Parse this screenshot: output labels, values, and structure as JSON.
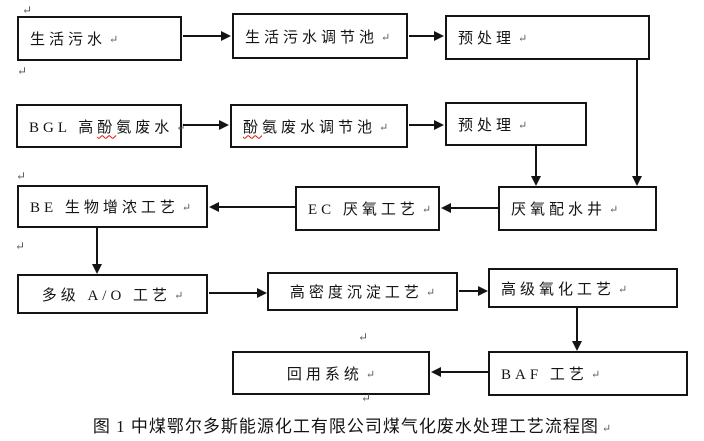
{
  "diagram": {
    "type": "flowchart",
    "caption": "图 1 中煤鄂尔多斯能源化工有限公司煤气化废水处理工艺流程图",
    "glyphs": {
      "return_mark": "↵"
    },
    "colors": {
      "line": "#141414",
      "background": "#ffffff",
      "spellcheck_underline": "#dd1100",
      "formatting_mark": "#5a5a5a"
    },
    "boxes": [
      {
        "id": "domestic-sewage",
        "label": "生活污水"
      },
      {
        "id": "domestic-sewage-regulating-tank",
        "label": "生活污水调节池"
      },
      {
        "id": "pretreatment-domestic",
        "label": "预处理"
      },
      {
        "id": "bgl-phenol-ammonia-wastewater",
        "label": "BGL 高酚氨废水",
        "misspell": "酚"
      },
      {
        "id": "phenol-ammonia-regulating-tank",
        "label": "酚氨废水调节池",
        "misspell": "酚"
      },
      {
        "id": "pretreatment-phenol-ammonia",
        "label": "预处理"
      },
      {
        "id": "be-bio-concentration-process",
        "label": "BE 生物增浓工艺"
      },
      {
        "id": "ec-anaerobic-process",
        "label": "EC 厌氧工艺"
      },
      {
        "id": "anaerobic-distribution-well",
        "label": "厌氧配水井"
      },
      {
        "id": "multi-stage-ao-process",
        "label": "多级 A/O 工艺"
      },
      {
        "id": "high-density-sedimentation-process",
        "label": "高密度沉淀工艺"
      },
      {
        "id": "advanced-oxidation-process",
        "label": "高级氧化工艺"
      },
      {
        "id": "baf-process",
        "label": "BAF 工艺"
      },
      {
        "id": "reuse-system",
        "label": "回用系统"
      }
    ],
    "connections": [
      {
        "from": "生活污水",
        "to": "生活污水调节池"
      },
      {
        "from": "生活污水调节池",
        "to": "预处理"
      },
      {
        "from": "预处理(生活污水)",
        "to": "厌氧配水井"
      },
      {
        "from": "BGL 高酚氨废水",
        "to": "酚氨废水调节池"
      },
      {
        "from": "酚氨废水调节池",
        "to": "预处理"
      },
      {
        "from": "预处理(酚氨废水)",
        "to": "厌氧配水井"
      },
      {
        "from": "厌氧配水井",
        "to": "EC 厌氧工艺"
      },
      {
        "from": "EC 厌氧工艺",
        "to": "BE 生物增浓工艺"
      },
      {
        "from": "BE 生物增浓工艺",
        "to": "多级 A/O 工艺"
      },
      {
        "from": "多级 A/O 工艺",
        "to": "高密度沉淀工艺"
      },
      {
        "from": "高密度沉淀工艺",
        "to": "高级氧化工艺"
      },
      {
        "from": "高级氧化工艺",
        "to": "BAF 工艺"
      },
      {
        "from": "BAF 工艺",
        "to": "回用系统"
      }
    ]
  }
}
